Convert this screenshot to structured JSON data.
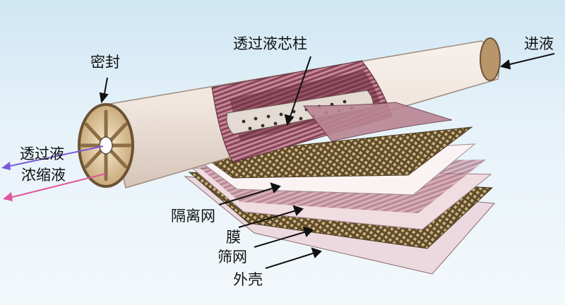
{
  "labels": {
    "permeate_core": "透过液芯柱",
    "feed": "进液",
    "seal": "密封",
    "permeate": "透过液",
    "concentrate": "浓缩液",
    "spacer": "隔离网",
    "membrane": "膜",
    "mesh": "筛网",
    "shell": "外壳"
  },
  "colors": {
    "permeate_arrow": "#7a5ad8",
    "concentrate_arrow": "#e0559b",
    "membrane": "#a3586a",
    "mesh": "#6b5430",
    "tube": "#efe6df"
  }
}
